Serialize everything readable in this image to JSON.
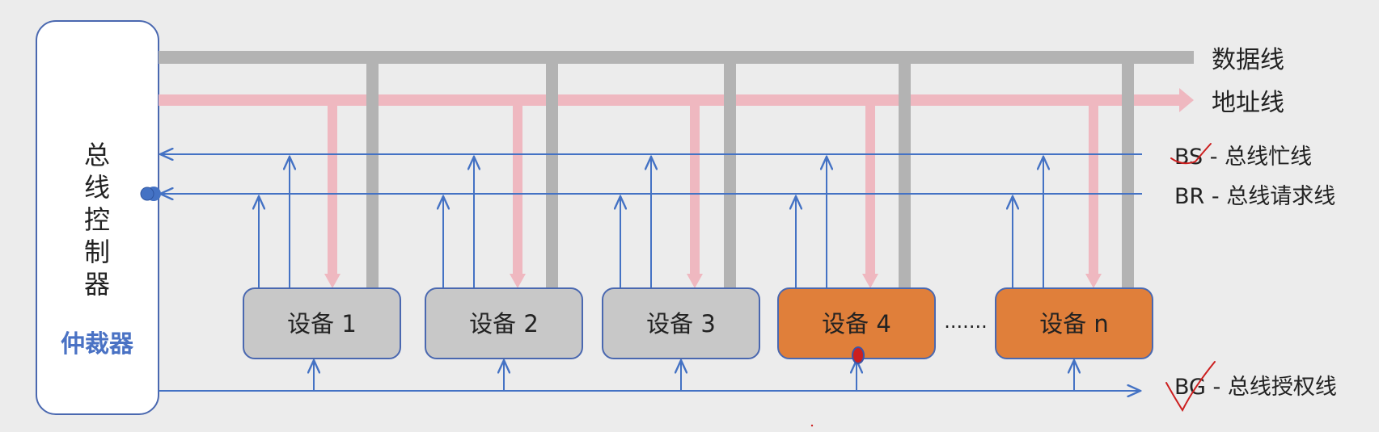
{
  "controller": {
    "title_chars": [
      "总",
      "线",
      "控",
      "制",
      "器"
    ],
    "subtitle": "仲裁器"
  },
  "buses": {
    "data": "数据线",
    "address": "地址线"
  },
  "signals": {
    "bs": "BS - 总线忙线",
    "br": "BR - 总线请求线",
    "bg": "BG - 总线授权线"
  },
  "devices": [
    {
      "label": "设备 1",
      "state": "idle"
    },
    {
      "label": "设备 2",
      "state": "idle"
    },
    {
      "label": "设备 3",
      "state": "idle"
    },
    {
      "label": "设备 4",
      "state": "active"
    },
    {
      "label": "设备 n",
      "state": "active"
    }
  ],
  "ellipsis": ".......",
  "colors": {
    "data_bus": "#b3b3b3",
    "address_bus": "#efb8c0",
    "signal_line": "#4472c4",
    "device_idle": "#c8c8c8",
    "device_active": "#e07f3a",
    "device_border": "#4a68b0",
    "red_mark": "#cc1f1f"
  }
}
